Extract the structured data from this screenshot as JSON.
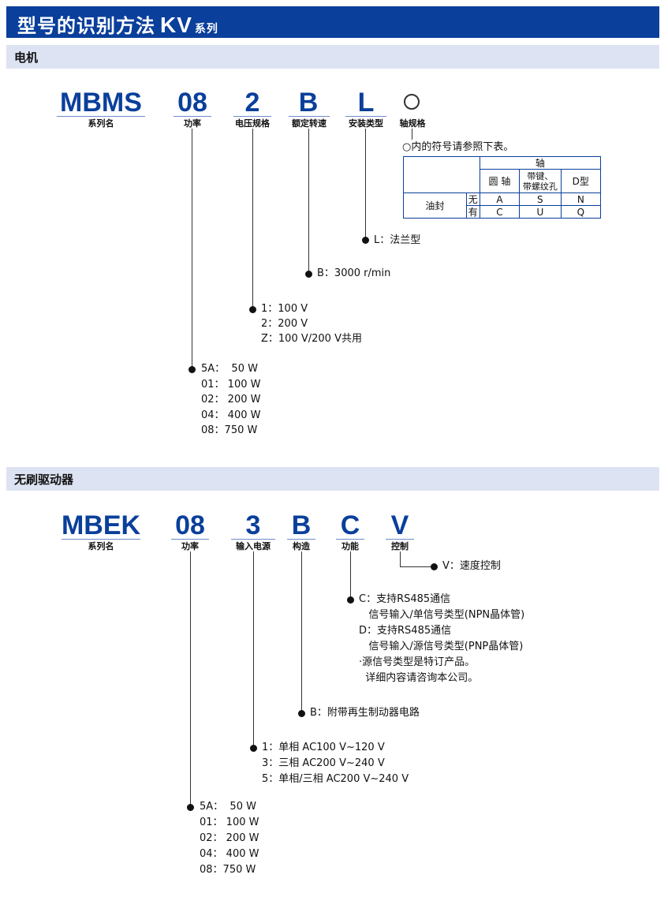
{
  "page": {
    "title_main": "型号的识别方法",
    "title_series": "KV",
    "title_suffix": "系列"
  },
  "motor": {
    "section_title": "电机",
    "codes": [
      {
        "code": "MBMS",
        "label": "系列名"
      },
      {
        "code": "08",
        "label": "功率"
      },
      {
        "code": "2",
        "label": "电压规格"
      },
      {
        "code": "B",
        "label": "额定转速"
      },
      {
        "code": "L",
        "label": "安装类型"
      },
      {
        "code": "",
        "label": "轴规格"
      }
    ],
    "shaft_note": "○内的符号请参照下表。",
    "shaft_table": {
      "header_shaft": "轴",
      "col_round": "圆 轴",
      "col_keyed": "带键、\n带螺纹孔",
      "col_d": "D型",
      "row_label": "油封",
      "row_without": "无",
      "row_with": "有",
      "without_values": [
        "A",
        "S",
        "N"
      ],
      "with_values": [
        "C",
        "U",
        "Q"
      ]
    },
    "mount_options": [
      "L：法兰型"
    ],
    "speed_options": [
      "B：3000 r/min"
    ],
    "voltage_options": [
      "1：100 V",
      "2：200 V",
      "Z：100 V/200 V共用"
    ],
    "power_options": [
      "5A：  50 W",
      "01： 100 W",
      "02： 200 W",
      "04： 400 W",
      "08：750 W"
    ]
  },
  "driver": {
    "section_title": "无刷驱动器",
    "codes": [
      {
        "code": "MBEK",
        "label": "系列名"
      },
      {
        "code": "08",
        "label": "功率"
      },
      {
        "code": "3",
        "label": "输入电源"
      },
      {
        "code": "B",
        "label": "构造"
      },
      {
        "code": "C",
        "label": "功能"
      },
      {
        "code": "V",
        "label": "控制"
      }
    ],
    "control_options": [
      "V：速度控制"
    ],
    "function_options": [
      "C：支持RS485通信",
      "   信号输入/单信号类型(NPN晶体管)",
      "D：支持RS485通信",
      "   信号输入/源信号类型(PNP晶体管)",
      "·源信号类型是特订产品。",
      "  详细内容请咨询本公司。"
    ],
    "structure_options": [
      "B：附带再生制动器电路"
    ],
    "input_options": [
      "1：单相 AC100 V~120 V",
      "3：三相 AC200 V~240 V",
      "5：单相/三相 AC200 V~240 V"
    ],
    "power_options": [
      "5A：  50 W",
      "01： 100 W",
      "02： 200 W",
      "04： 400 W",
      "08：750 W"
    ]
  }
}
